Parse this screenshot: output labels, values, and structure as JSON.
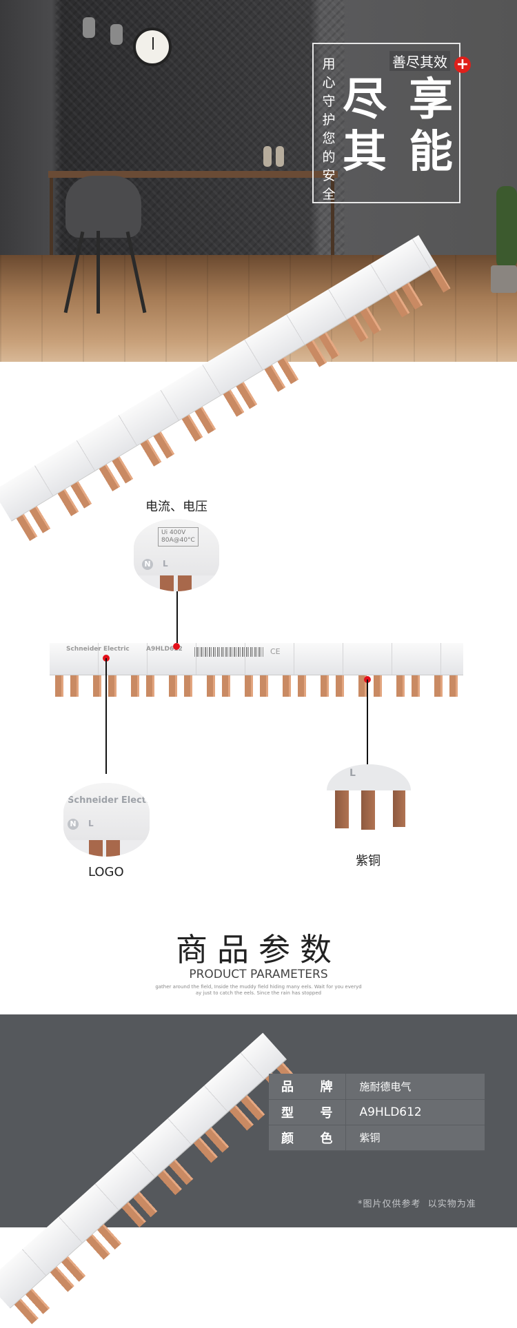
{
  "hero": {
    "vertical_slogan": [
      "用",
      "心",
      "守",
      "护",
      "您",
      "的",
      "安",
      "全"
    ],
    "subtitle": "善尽其效",
    "big_chars": [
      "尽",
      "享",
      "其",
      "能"
    ],
    "plus_symbol": "+"
  },
  "product_strip": {
    "brand_text": "Schneider Electric",
    "model_text": "A9HLD612",
    "rating_line1": "Ui 400V",
    "rating_line2": "80A@40°C",
    "ce_mark": "CE",
    "terminal_n": "N",
    "terminal_l": "L"
  },
  "callouts": {
    "voltage_label": "电流、电压",
    "logo_label": "LOGO",
    "copper_label": "紫铜"
  },
  "params_heading": {
    "title": "商品参数",
    "subtitle": "PRODUCT PARAMETERS",
    "filler_line1": "gather around the field, Inside the muddy field hiding many eels. Wait for you everyd",
    "filler_line2": "ay just to catch the eels. Since the rain has stopped"
  },
  "params_table": [
    {
      "key": [
        "品",
        "牌"
      ],
      "value": "施耐德电气"
    },
    {
      "key": [
        "型",
        "号"
      ],
      "value": "A9HLD612"
    },
    {
      "key": [
        "颜",
        "色"
      ],
      "value": "紫铜"
    }
  ],
  "disclaimer": "*图片仅供参考  以实物为准",
  "colors": {
    "accent_red": "#e3101a",
    "copper": "#c98a63",
    "gray_panel": "#55585c"
  }
}
